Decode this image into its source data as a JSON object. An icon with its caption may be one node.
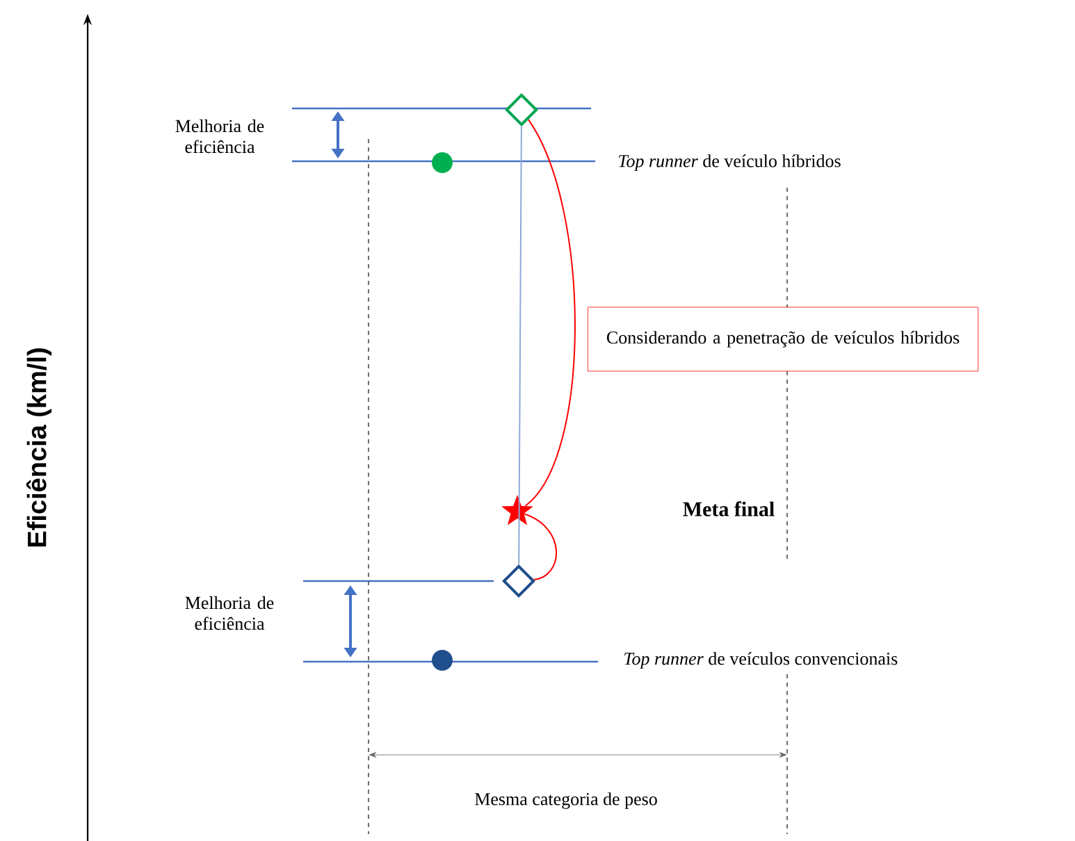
{
  "diagram": {
    "nodes": [
      {
        "text": [],
        "shape": "diamond"
      },
      {
        "text": [],
        "shape": "circle"
      },
      {
        "text": [],
        "shape": "star"
      },
      {
        "text": [],
        "shape": "diamond"
      },
      {
        "text": [],
        "shape": "circle"
      },
      {
        "text": [
          "Considerando a penetração de veículos híbridos"
        ]
      }
    ],
    "edges": [
      {
        "from": 0,
        "to": 3,
        "arrow": "none",
        "color": "#8eaad6"
      },
      {
        "from": 0,
        "to": 2,
        "arrow": "none",
        "color": "#ff0000"
      },
      {
        "from": 2,
        "to": 3,
        "arrow": "none",
        "color": "#ff0000"
      }
    ],
    "labels": [
      "Melhoria de eficiência",
      "*Top runner* de veículo híbridos",
      "Meta final",
      "Melhoria de eficiência",
      "*Top runner* de veículos convencionais",
      "Mesma categoria de peso",
      "Eficiência (km/l)"
    ]
  }
}
